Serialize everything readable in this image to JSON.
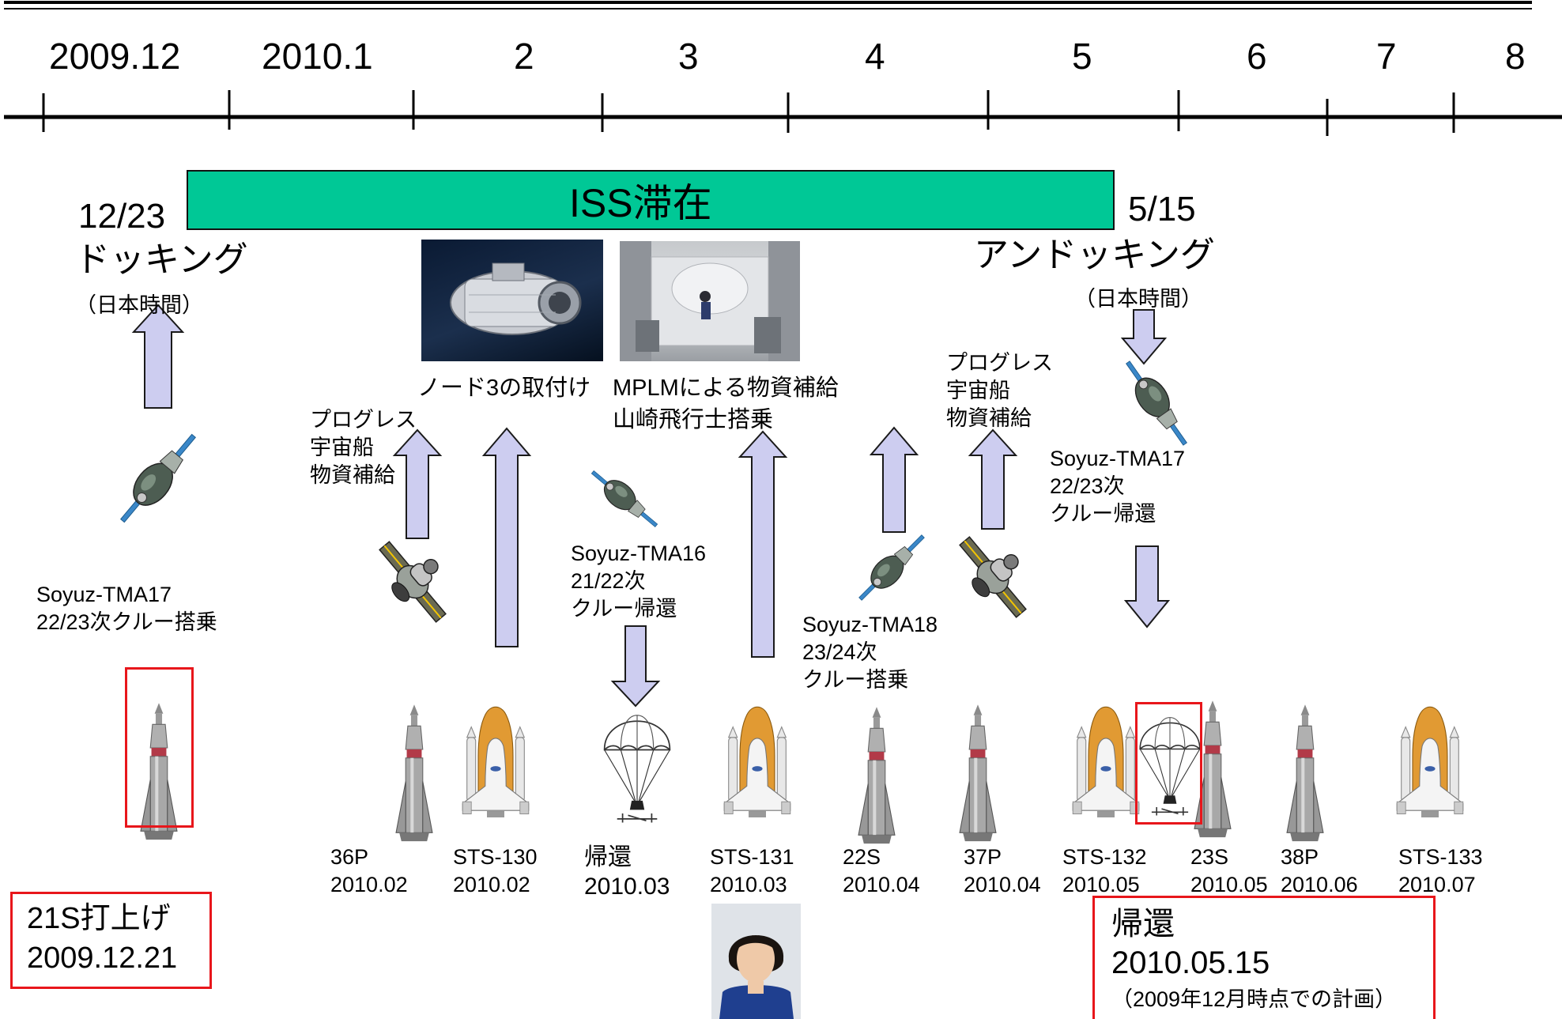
{
  "timeline": {
    "months": [
      "2009.12",
      "2010.1",
      "2",
      "3",
      "4",
      "5",
      "6",
      "7",
      "8"
    ]
  },
  "stay_bar": {
    "label": "ISS滞在",
    "color": "#00c896"
  },
  "docking": {
    "date": "12/23",
    "title": "ドッキング",
    "note": "（日本時間）"
  },
  "undocking": {
    "date": "5/15",
    "title": "アンドッキング",
    "note": "（日本時間）"
  },
  "captions": {
    "node3": "ノード3の取付け",
    "mplm_line1": "MPLMによる物資補給",
    "mplm_line2": "山崎飛行士搭乗"
  },
  "labels": {
    "progress_a": [
      "プログレス",
      "宇宙船",
      "物資補給"
    ],
    "progress_b": [
      "プログレス",
      "宇宙船",
      "物資補給"
    ],
    "soyuz17_return": [
      "Soyuz-TMA17",
      "22/23次",
      "クルー帰還"
    ],
    "soyuz16_return": [
      "Soyuz-TMA16",
      "21/22次",
      "クルー帰還"
    ],
    "soyuz18_board": [
      "Soyuz-TMA18",
      "23/24次",
      "クルー搭乗"
    ],
    "soyuz17_board": [
      "Soyuz-TMA17",
      "22/23次クルー搭乗"
    ]
  },
  "vehicles": [
    {
      "name": "36P",
      "date": "2010.02"
    },
    {
      "name": "STS-130",
      "date": "2010.02"
    },
    {
      "name": "帰還",
      "date": "2010.03"
    },
    {
      "name": "STS-131",
      "date": "2010.03"
    },
    {
      "name": "22S",
      "date": "2010.04"
    },
    {
      "name": "37P",
      "date": "2010.04"
    },
    {
      "name": "STS-132",
      "date": "2010.05"
    },
    {
      "name": "23S",
      "date": "2010.05"
    },
    {
      "name": "38P",
      "date": "2010.06"
    },
    {
      "name": "STS-133",
      "date": "2010.07"
    }
  ],
  "launch_box": {
    "line1": "21S打上げ",
    "line2": "2009.12.21"
  },
  "return_box": {
    "line1": "帰還",
    "line2": "2010.05.15",
    "note": "（2009年12月時点での計画）"
  },
  "colors": {
    "arrow_fill": "#cdcdf0",
    "arrow_stroke": "#1a1a1a",
    "highlight_border": "#e8161b"
  },
  "icons": {
    "rocket": "soyuz-rocket-icon",
    "shuttle": "space-shuttle-icon",
    "parachute": "parachute-capsule-icon",
    "soyuz_spacecraft": "soyuz-spacecraft-icon",
    "progress_spacecraft": "progress-spacecraft-icon"
  }
}
